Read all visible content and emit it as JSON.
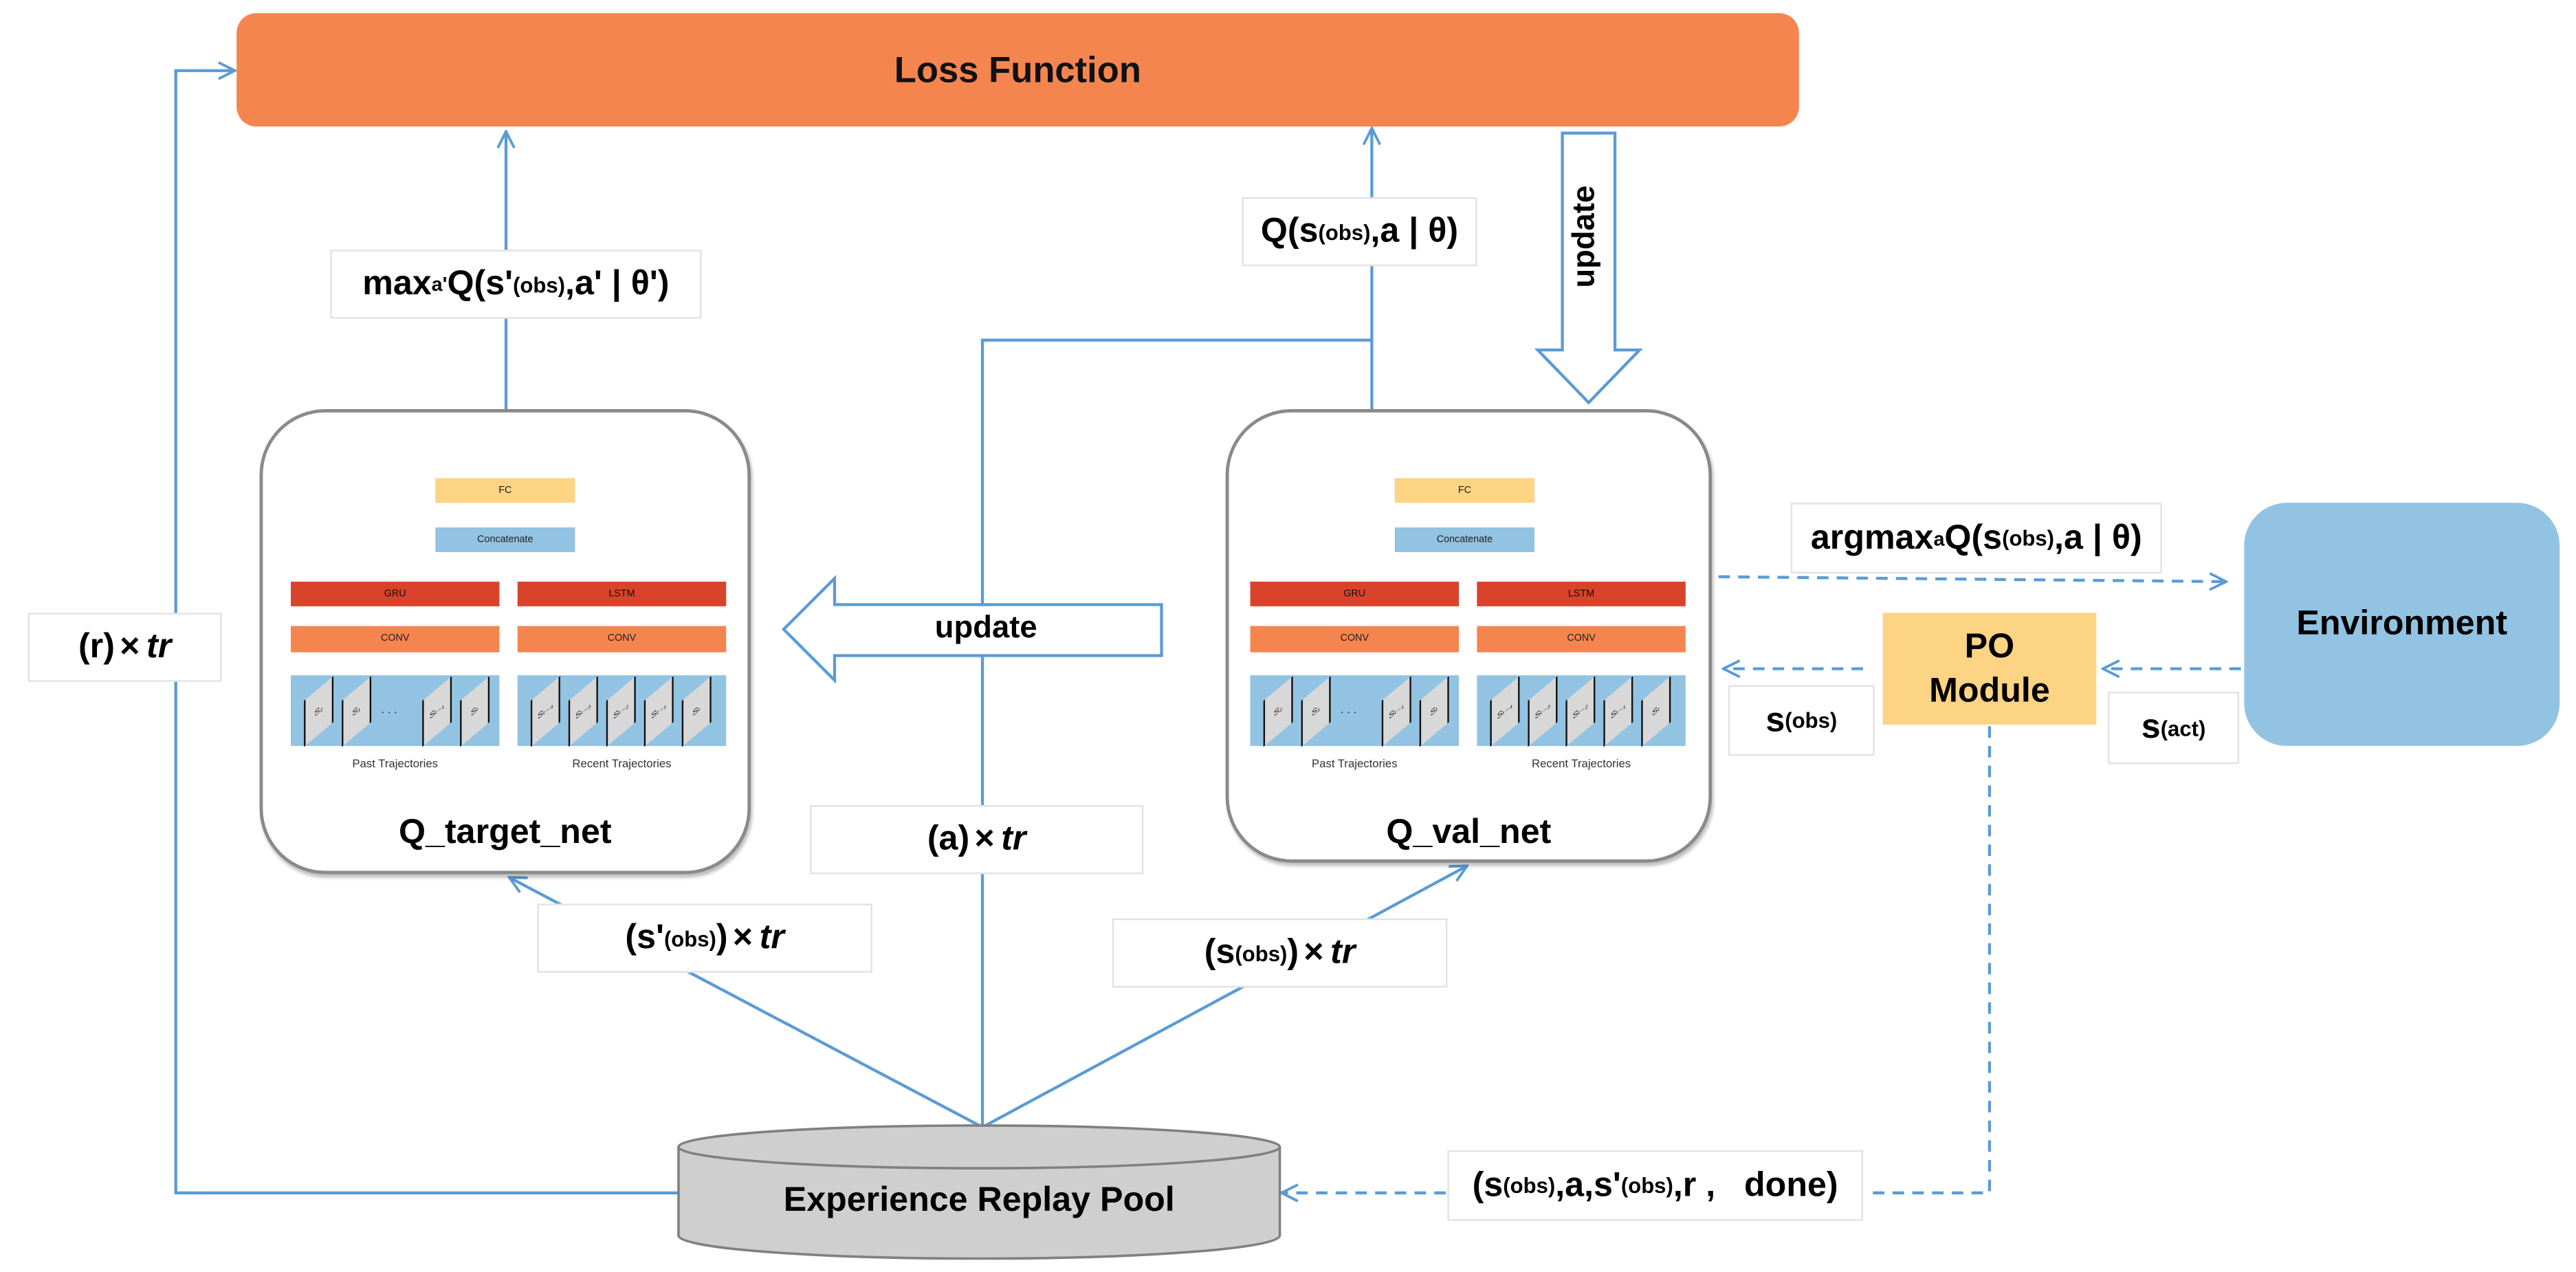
{
  "title": "Loss Function",
  "colors": {
    "loss_function": "#f5854f",
    "arrows": "#5b9bd5",
    "environment": "#92c3e2",
    "po_module": "#fdd384",
    "pool": "#d0cfd0",
    "gru_lstm": "#d9432b",
    "conv": "#f5854f",
    "concatenate": "#92c3e2",
    "fc": "#fdd384"
  },
  "nodes": {
    "loss_function": "Loss Function",
    "q_target_net": "Q_target_net",
    "q_val_net": "Q_val_net",
    "environment": "Environment",
    "po_module_line1": "PO",
    "po_module_line2": "Module",
    "replay_pool": "Experience Replay Pool"
  },
  "network_inner": {
    "fc": "FC",
    "concatenate": "Concatenate",
    "gru": "GRU",
    "lstm": "LSTM",
    "conv": "CONV",
    "past_caption": "Past Trajectories",
    "recent_caption": "Recent Trajectories",
    "past_frames": [
      "S₂",
      "S₁",
      "Sₜ₋₁",
      "Sₜ"
    ],
    "recent_frames": [
      "Sₜ₋₄",
      "Sₜ₋₃",
      "Sₜ₋₂",
      "Sₜ₋₁",
      "Sₜ"
    ],
    "ellipsis": ". . ."
  },
  "arrow_labels": {
    "update_vertical": "update",
    "update_horizontal": "update"
  },
  "edge_labels": {
    "max_q": {
      "pre": "max",
      "sub": "a'",
      "mid": " Q(s'",
      "sup": "(obs)",
      "post": ",a' | θ')"
    },
    "q_val": {
      "pre": "Q(s",
      "sup": "(obs)",
      "post": ",a | θ)"
    },
    "argmax": {
      "pre": "argmax",
      "sub": "a",
      "mid": "Q(s",
      "sup": "(obs)",
      "post": ",a | θ)"
    },
    "r_tr": {
      "pre": "(r)",
      "times": "×",
      "tr": "tr"
    },
    "a_tr": {
      "pre": "(a)",
      "times": "×",
      "tr": "tr"
    },
    "s_prime_tr": {
      "pre": "(s'",
      "sup": "(obs)",
      "post": ")",
      "times": "×",
      "tr": "tr"
    },
    "s_tr": {
      "pre": "(s",
      "sup": "(obs)",
      "post": ")",
      "times": "×",
      "tr": "tr"
    },
    "s_obs": {
      "pre": "s",
      "sup": "(obs)"
    },
    "s_act": {
      "pre": "s",
      "sup": "(act)"
    },
    "transition": {
      "pre": "(s",
      "sup": "(obs)",
      "mid": ",a,s'",
      "sup2": "(obs)",
      "post": ",r ,   done)"
    }
  }
}
